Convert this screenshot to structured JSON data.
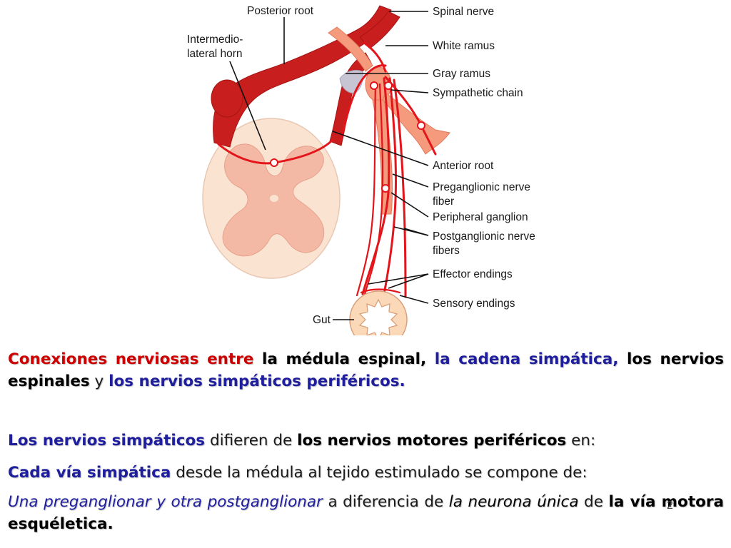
{
  "diagram": {
    "labels": {
      "posterior_root": "Posterior root",
      "intermediolateral_line1": "Intermedio-",
      "intermediolateral_line2": "lateral horn",
      "spinal_nerve": "Spinal nerve",
      "white_ramus": "White ramus",
      "gray_ramus": "Gray ramus",
      "sympathetic_chain": "Sympathetic chain",
      "anterior_root": "Anterior root",
      "preganglionic_line1": "Preganglionic nerve",
      "preganglionic_line2": "fiber",
      "peripheral_ganglion": "Peripheral ganglion",
      "postganglionic_line1": "Postganglionic nerve",
      "postganglionic_line2": "fibers",
      "effector_endings": "Effector endings",
      "sensory_endings": "Sensory endings",
      "gut": "Gut"
    },
    "colors": {
      "nerve_dark": "#c81e1e",
      "fiber_red": "#e4141b",
      "cord_white": "#fbe3d2",
      "cord_gray": "#f3b9a4",
      "chain_salmon": "#f59a7c",
      "gut_fill": "#fbd9b8"
    }
  },
  "text": {
    "p1": {
      "s1": "Conexiones nerviosas entre",
      "s2": " la médula espinal,",
      "s3": " la cadena simpática,",
      "s4": " los nervios espinales",
      "s5": " y ",
      "s6": "los nervios simpáticos periféricos."
    },
    "p2": {
      "s1": "Los nervios simpáticos",
      "s2": " difieren de ",
      "s3": "los nervios motores periféricos",
      "s4": " en:"
    },
    "p3": {
      "s1": "Cada vía simpática",
      "s2": " desde la médula al tejido estimulado se compone de:"
    },
    "p4": {
      "s1": "Una preganglionar y otra postganglionar",
      "s2": " a diferencia de ",
      "s3": "la neurona única",
      "s4": " de ",
      "s5": "la vía motora esquéletica."
    },
    "slide_number": "2"
  }
}
